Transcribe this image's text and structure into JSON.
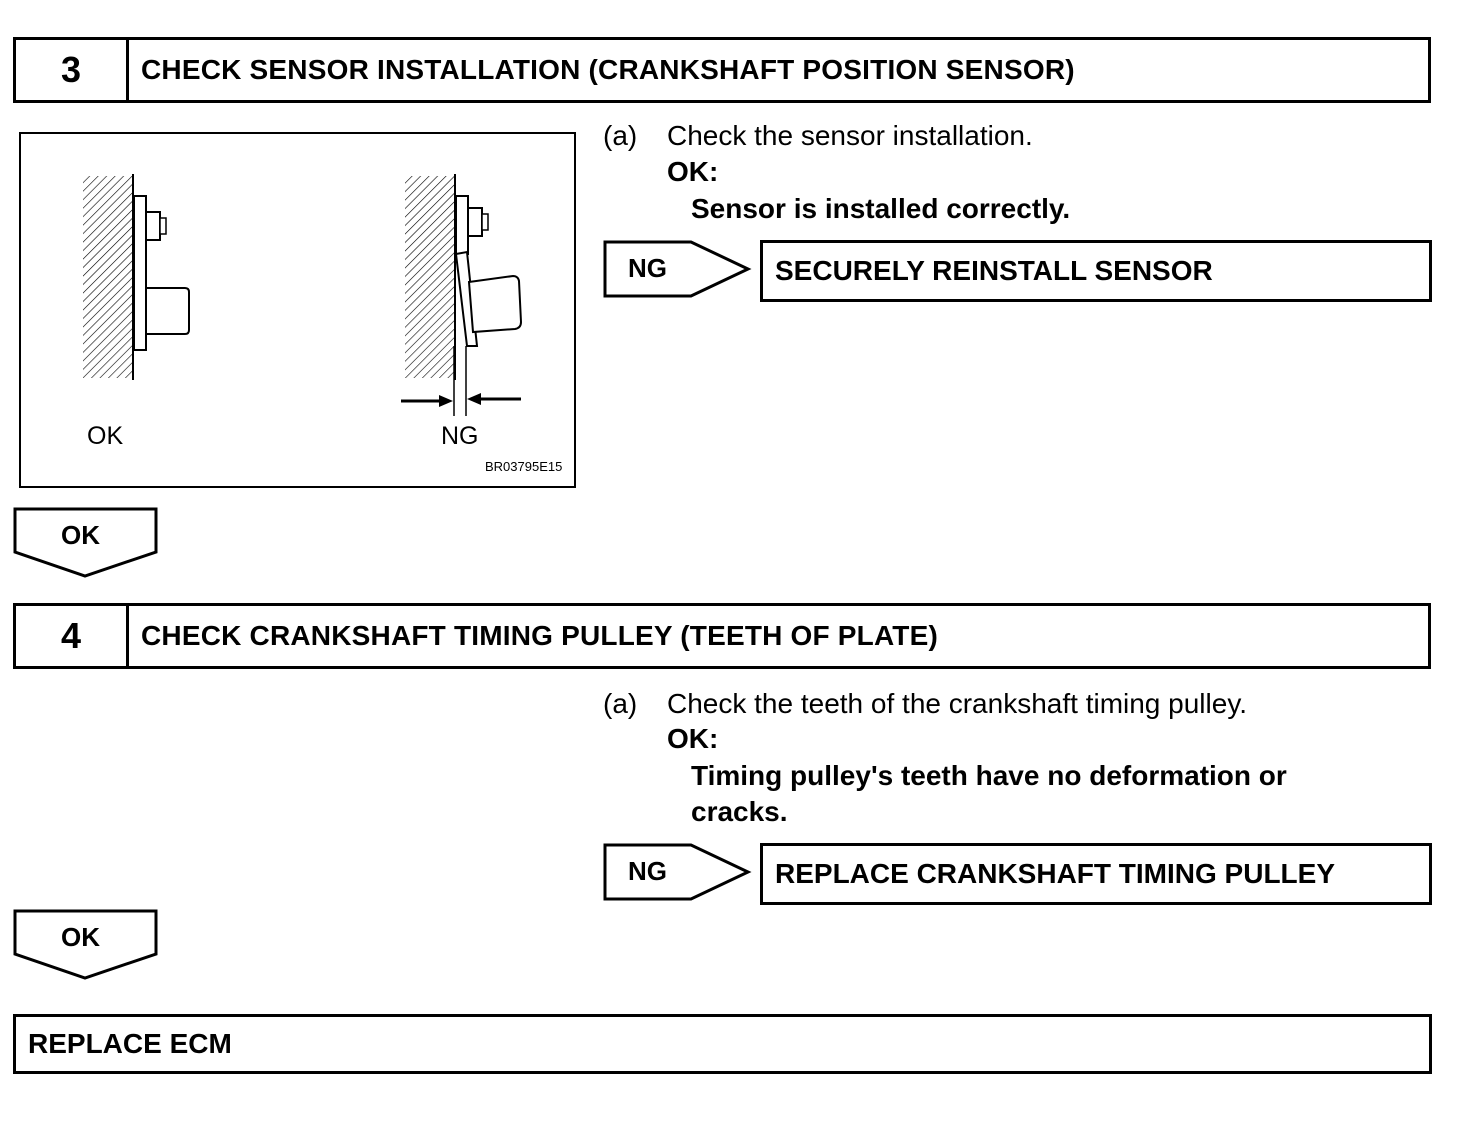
{
  "step3": {
    "number": "3",
    "title": "CHECK SENSOR INSTALLATION (CRANKSHAFT POSITION SENSOR)",
    "item_marker": "(a)",
    "item_text": "Check the sensor installation.",
    "ok_label": "OK:",
    "ok_text": "Sensor is installed correctly.",
    "ng_label": "NG",
    "ng_action": "SECURELY REINSTALL SENSOR",
    "figure": {
      "ok_caption": "OK",
      "ng_caption": "NG",
      "figure_code": "BR03795E15"
    },
    "next_label": "OK"
  },
  "step4": {
    "number": "4",
    "title": "CHECK CRANKSHAFT TIMING PULLEY (TEETH OF PLATE)",
    "item_marker": "(a)",
    "item_text": "Check the teeth of the crankshaft timing pulley.",
    "ok_label": "OK:",
    "ok_text_line1": "Timing pulley's teeth have no deformation or",
    "ok_text_line2": "cracks.",
    "ng_label": "NG",
    "ng_action": "REPLACE CRANKSHAFT TIMING PULLEY",
    "next_label": "OK"
  },
  "final": {
    "action": "REPLACE ECM"
  }
}
